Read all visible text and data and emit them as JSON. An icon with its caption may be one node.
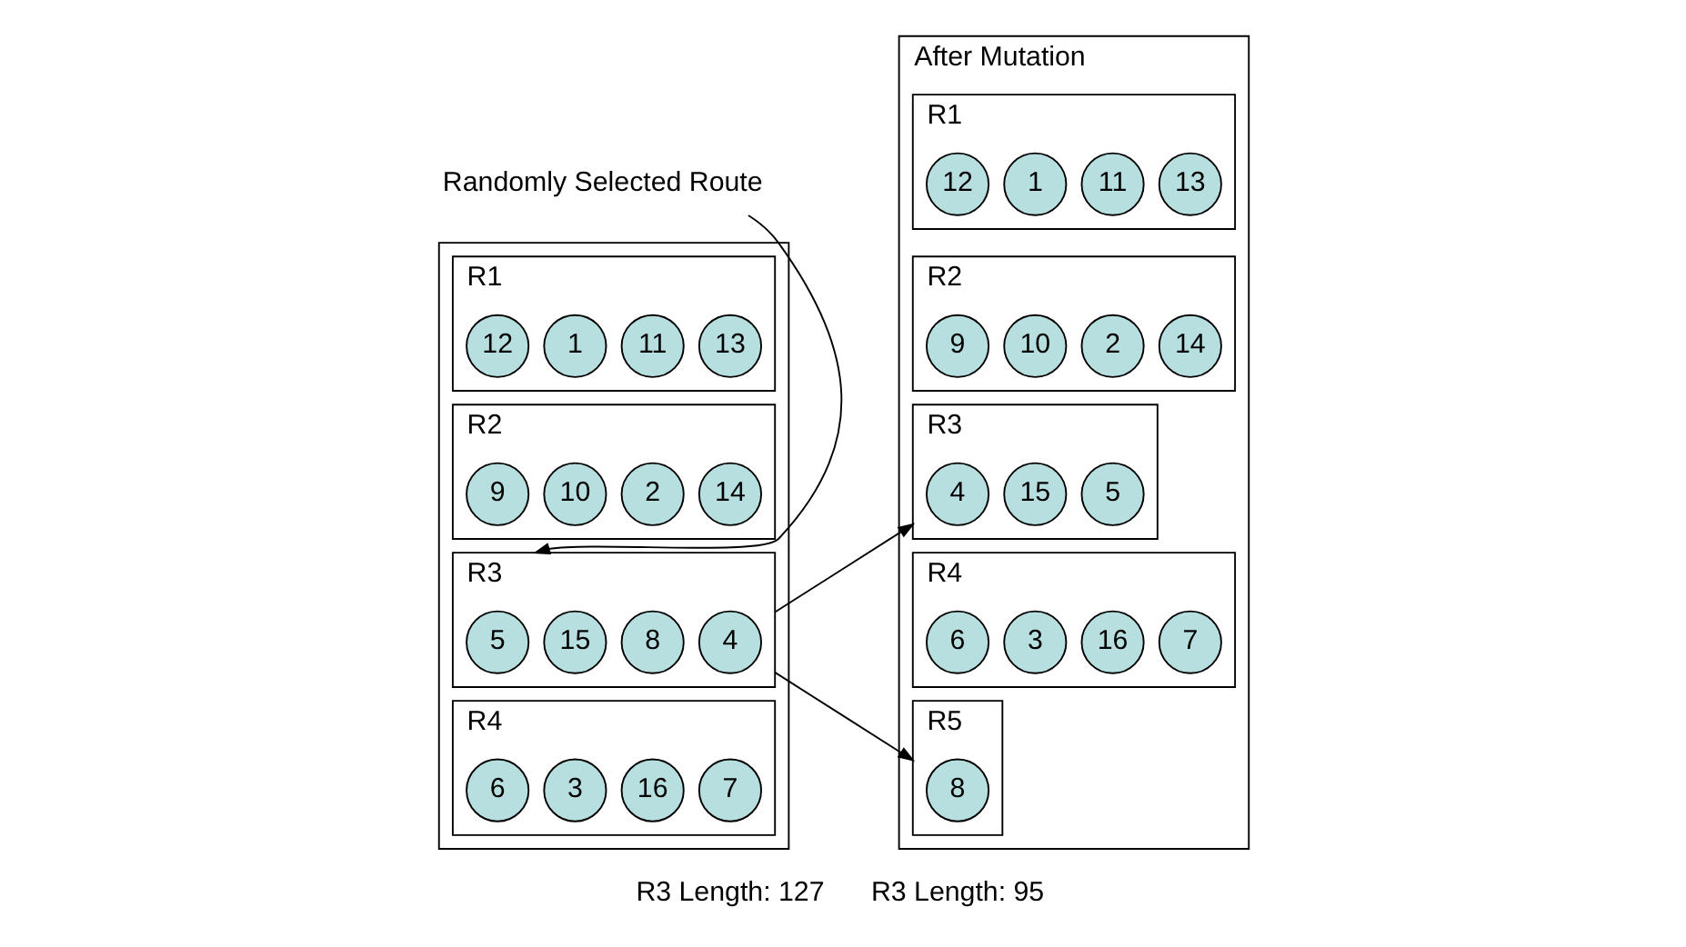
{
  "diagram": {
    "nodes": [
      {
        "text": [
          "Randomly Selected Route"
        ]
      },
      {
        "text": [],
        "shape": "box"
      },
      {
        "text": [
          "R1"
        ],
        "in": 1
      },
      {
        "text": [
          "12"
        ],
        "in": 2
      },
      {
        "text": [
          "1"
        ],
        "in": 2
      },
      {
        "text": [
          "11"
        ],
        "in": 2
      },
      {
        "text": [
          "13"
        ],
        "in": 2
      },
      {
        "text": [
          "R2"
        ],
        "in": 1
      },
      {
        "text": [
          "9"
        ],
        "in": 7
      },
      {
        "text": [
          "10"
        ],
        "in": 7
      },
      {
        "text": [
          "2"
        ],
        "in": 7
      },
      {
        "text": [
          "14"
        ],
        "in": 7
      },
      {
        "text": [
          "R3"
        ],
        "in": 1
      },
      {
        "text": [
          "5"
        ],
        "in": 12
      },
      {
        "text": [
          "15"
        ],
        "in": 12
      },
      {
        "text": [
          "8"
        ],
        "in": 12
      },
      {
        "text": [
          "4"
        ],
        "in": 12
      },
      {
        "text": [
          "R4"
        ],
        "in": 1
      },
      {
        "text": [
          "6"
        ],
        "in": 17
      },
      {
        "text": [
          "3"
        ],
        "in": 17
      },
      {
        "text": [
          "16"
        ],
        "in": 17
      },
      {
        "text": [
          "7"
        ],
        "in": 17
      },
      {
        "text": [
          "After Mutation"
        ]
      },
      {
        "text": [
          "R1"
        ],
        "in": 22
      },
      {
        "text": [
          "12"
        ],
        "in": 23
      },
      {
        "text": [
          "1"
        ],
        "in": 23
      },
      {
        "text": [
          "11"
        ],
        "in": 23
      },
      {
        "text": [
          "13"
        ],
        "in": 23
      },
      {
        "text": [
          "R2"
        ],
        "in": 22
      },
      {
        "text": [
          "9"
        ],
        "in": 28
      },
      {
        "text": [
          "10"
        ],
        "in": 28
      },
      {
        "text": [
          "2"
        ],
        "in": 28
      },
      {
        "text": [
          "14"
        ],
        "in": 28
      },
      {
        "text": [
          "R3"
        ],
        "in": 22
      },
      {
        "text": [
          "4"
        ],
        "in": 33
      },
      {
        "text": [
          "15"
        ],
        "in": 33
      },
      {
        "text": [
          "5"
        ],
        "in": 33
      },
      {
        "text": [
          "R4"
        ],
        "in": 22
      },
      {
        "text": [
          "6"
        ],
        "in": 37
      },
      {
        "text": [
          "3"
        ],
        "in": 37
      },
      {
        "text": [
          "16"
        ],
        "in": 37
      },
      {
        "text": [
          "7"
        ],
        "in": 37
      },
      {
        "text": [
          "R5"
        ],
        "in": 22
      },
      {
        "text": [
          "8"
        ],
        "in": 42
      }
    ],
    "edges": [
      {
        "from": 0,
        "to": 12,
        "arrow": "to"
      },
      {
        "from": 12,
        "to": 33,
        "arrow": "to"
      },
      {
        "from": 12,
        "to": 42,
        "arrow": "to"
      }
    ],
    "labels": [
      "R3 Length: 127",
      "R3 Length: 95"
    ]
  }
}
